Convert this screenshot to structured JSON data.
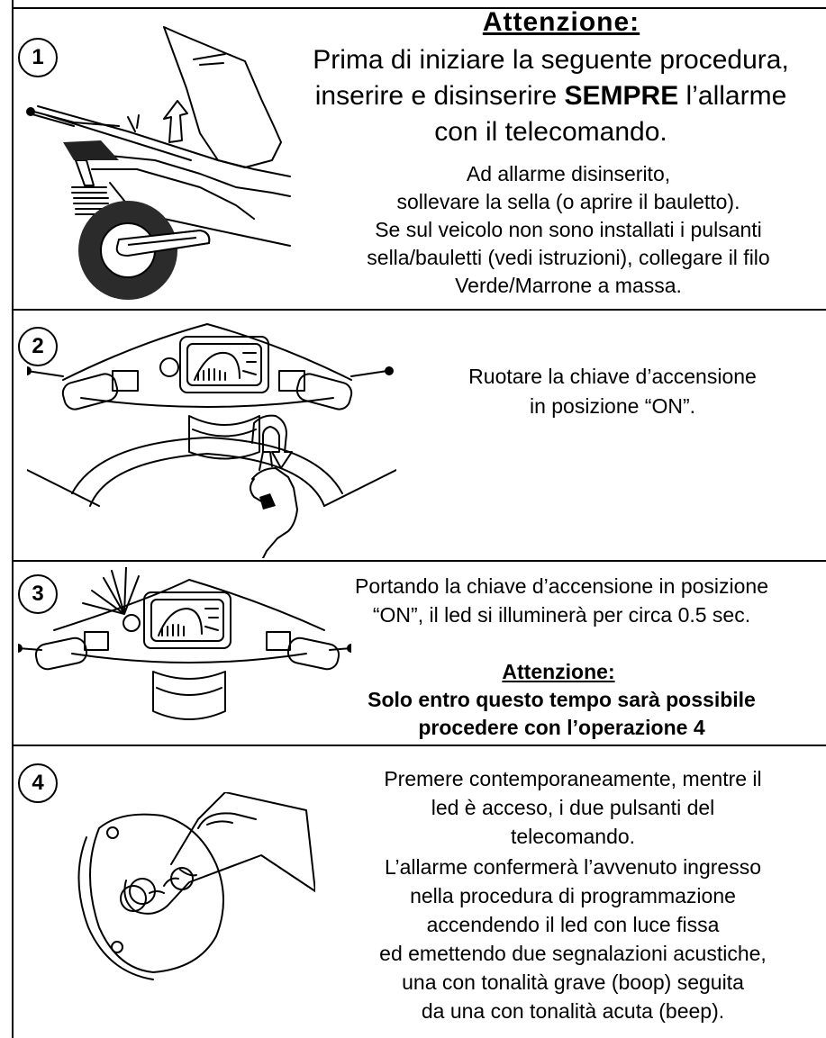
{
  "step1": {
    "number": "1",
    "warning_title": "Attenzione:",
    "line1": "Prima di iniziare la seguente procedura,",
    "line2_pre": "inserire e disinserire ",
    "line2_bold": "SEMPRE",
    "line2_post": "  l’allarme",
    "line3": "con il telecomando.",
    "p2_line1": "Ad allarme disinserito,",
    "p2_line2": "sollevare la sella (o aprire il bauletto).",
    "p2_line3": "Se sul veicolo non sono installati i pulsanti",
    "p2_line4": "sella/bauletti (vedi istruzioni), collegare il filo",
    "p2_line5": "Verde/Marrone a massa."
  },
  "step2": {
    "number": "2",
    "line1": "Ruotare la chiave d’accensione",
    "line2": "in posizione “ON”."
  },
  "step3": {
    "number": "3",
    "line1": "Portando la chiave d’accensione in posizione",
    "line2": "“ON”, il led si illuminerà per circa 0.5 sec.",
    "warning_title": "Attenzione:",
    "bold1": "Solo entro questo tempo sarà possibile",
    "bold2": "procedere con l’operazione 4"
  },
  "step4": {
    "number": "4",
    "line1": "Premere contemporaneamente, mentre il",
    "line2": "led è acceso, i due pulsanti del",
    "line3": "telecomando.",
    "line4": "L’allarme confermerà l’avvenuto ingresso",
    "line5": "nella procedura di programmazione",
    "line6": "accendendo il led con luce fissa",
    "line7": "ed emettendo due segnalazioni acustiche,",
    "line8": "una con tonalità grave (boop) seguita",
    "line9": "da una con tonalità acuta (beep)."
  }
}
